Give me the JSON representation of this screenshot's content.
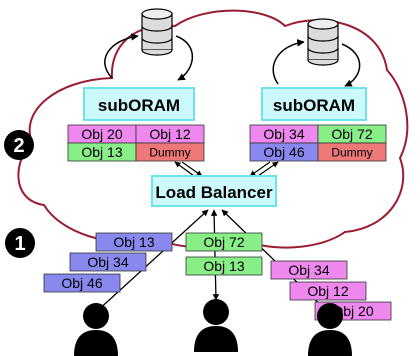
{
  "markers": {
    "step1": "1",
    "step2": "2"
  },
  "suborams": [
    {
      "label": "subORAM",
      "objects": [
        {
          "text": "Obj 20",
          "color": "#ee88ee"
        },
        {
          "text": "Obj 12",
          "color": "#ee88ee"
        },
        {
          "text": "Obj 13",
          "color": "#88ee88"
        },
        {
          "text": "Dummy",
          "color": "#ee7777"
        }
      ]
    },
    {
      "label": "subORAM",
      "objects": [
        {
          "text": "Obj 34",
          "color": "#ee88ee"
        },
        {
          "text": "Obj 72",
          "color": "#88ee88"
        },
        {
          "text": "Obj 46",
          "color": "#8888ee"
        },
        {
          "text": "Dummy",
          "color": "#ee7777"
        }
      ]
    }
  ],
  "load_balancer": {
    "label": "Load Balancer"
  },
  "client_requests": [
    {
      "text": "Obj 13",
      "color": "#8888ee"
    },
    {
      "text": "Obj 34",
      "color": "#8888ee"
    },
    {
      "text": "Obj 46",
      "color": "#8888ee"
    },
    {
      "text": "Obj 72",
      "color": "#88ee88"
    },
    {
      "text": "Obj 13",
      "color": "#88ee88"
    },
    {
      "text": "Obj 34",
      "color": "#ee88ee"
    },
    {
      "text": "Obj 12",
      "color": "#ee88ee"
    },
    {
      "text": "Obj 20",
      "color": "#ee88ee"
    }
  ],
  "colors": {
    "cloud_outline": "#9b1c31",
    "box_fill": "#ccf9fb",
    "box_border": "#6fe3ec",
    "person": "#000000"
  }
}
